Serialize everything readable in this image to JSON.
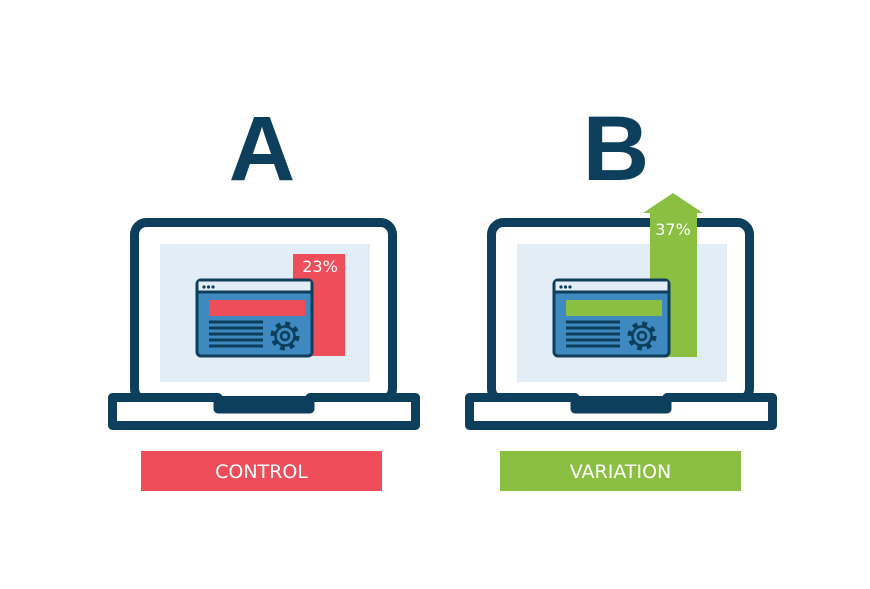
{
  "colors": {
    "navy": "#0d3f5c",
    "control": "#ee4d5a",
    "variation": "#8abf41",
    "screen": "#e2edf5",
    "window": "#3e8ac0"
  },
  "control": {
    "letter": "A",
    "percent": "23%",
    "label": "CONTROL",
    "value_percent": 23
  },
  "variation": {
    "letter": "B",
    "percent": "37%",
    "label": "VARIATION",
    "value_percent": 37
  }
}
